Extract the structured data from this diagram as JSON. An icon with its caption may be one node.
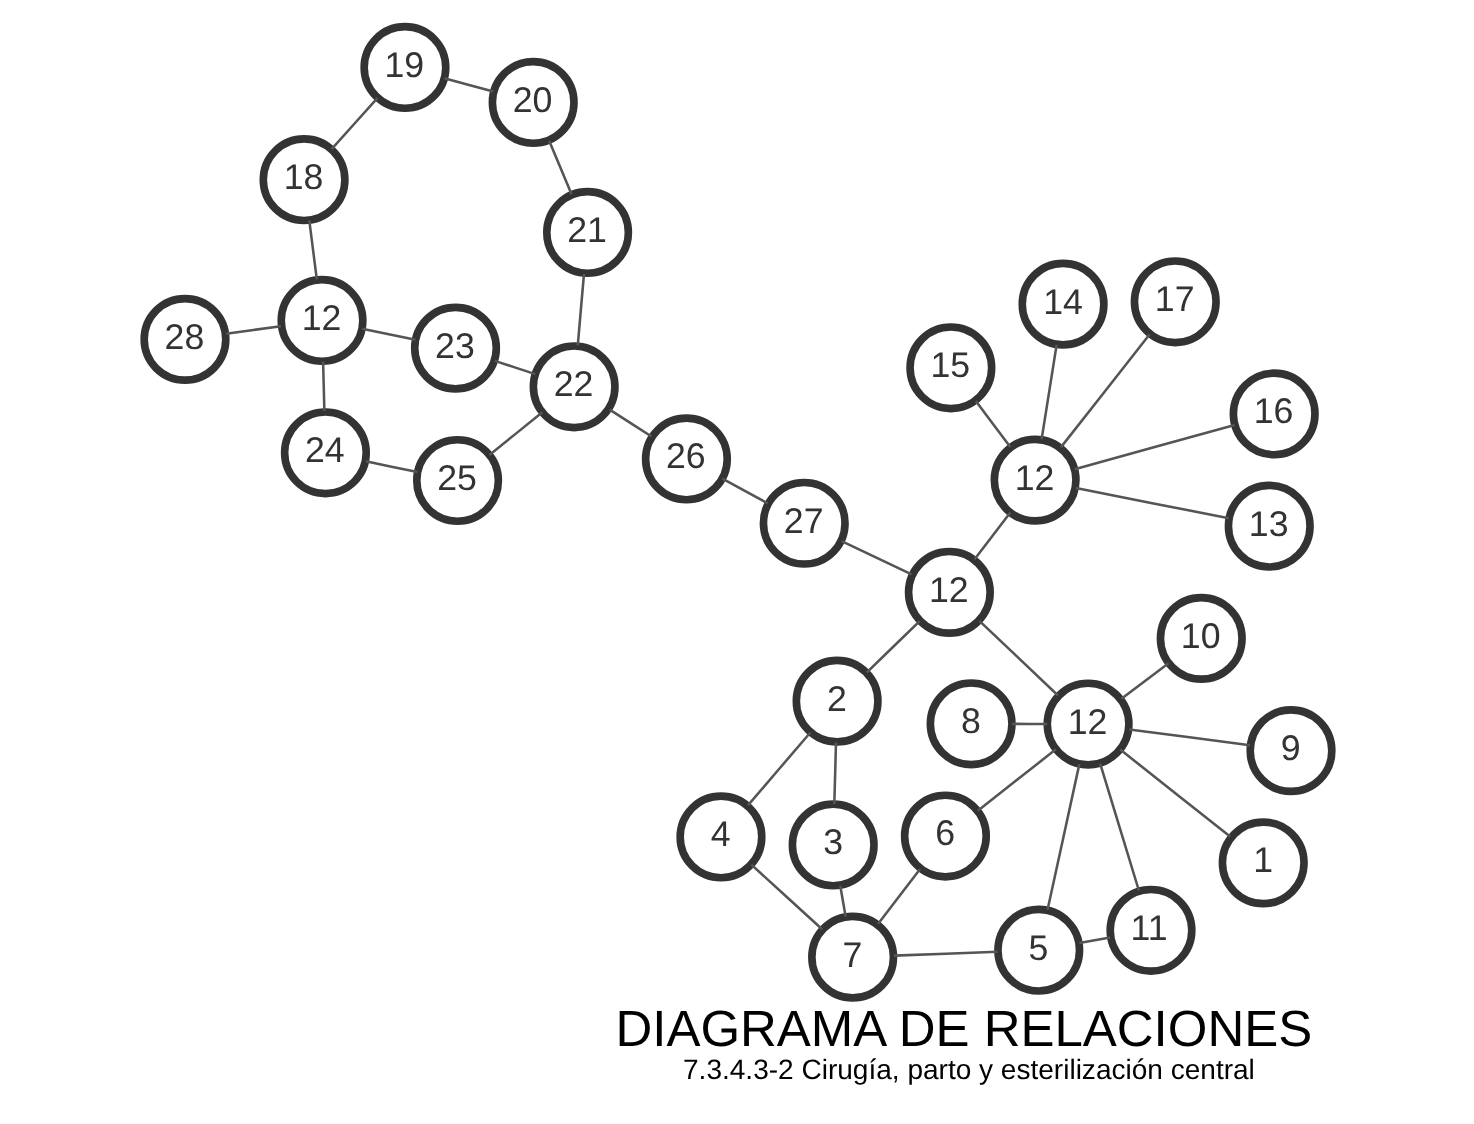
{
  "diagram": {
    "title": "DIAGRAMA DE RELACIONES",
    "caption": "7.3.4.3-2 Cirugía, parto y esterilización central",
    "nodes": [
      {
        "text": [
          "21"
        ]
      },
      {
        "text": [
          "22"
        ]
      },
      {
        "text": [
          "7"
        ]
      },
      {
        "text": [
          "20"
        ]
      },
      {
        "text": [
          "25"
        ]
      },
      {
        "text": [
          "19"
        ]
      },
      {
        "text": [
          "24"
        ]
      },
      {
        "text": [
          "3"
        ]
      },
      {
        "text": [
          "4"
        ]
      },
      {
        "text": [
          "6"
        ]
      },
      {
        "text": [
          "5"
        ]
      },
      {
        "text": [
          "26"
        ]
      },
      {
        "text": [
          "18"
        ]
      },
      {
        "text": [
          "12"
        ]
      },
      {
        "text": [
          "23"
        ]
      },
      {
        "text": [
          "11"
        ]
      },
      {
        "text": [
          "2"
        ]
      },
      {
        "text": [
          "12"
        ]
      },
      {
        "text": [
          "10"
        ]
      },
      {
        "text": [
          "27"
        ]
      },
      {
        "text": [
          "28"
        ]
      },
      {
        "text": [
          "14"
        ]
      },
      {
        "text": [
          "1"
        ]
      },
      {
        "text": [
          "9"
        ]
      },
      {
        "text": [
          "12"
        ]
      },
      {
        "text": [
          "8"
        ]
      },
      {
        "text": [
          "16"
        ]
      },
      {
        "text": [
          "12"
        ]
      },
      {
        "text": [
          "15"
        ]
      },
      {
        "text": [
          "13"
        ]
      },
      {
        "text": [
          "17"
        ]
      }
    ],
    "edges": [
      {
        "from": 0,
        "to": 1,
        "arrow": "none"
      },
      {
        "from": 0,
        "to": 3,
        "arrow": "none"
      },
      {
        "from": 3,
        "to": 5,
        "arrow": "none"
      },
      {
        "from": 5,
        "to": 12,
        "arrow": "none"
      },
      {
        "from": 12,
        "to": 13,
        "arrow": "none"
      },
      {
        "from": 13,
        "to": 6,
        "arrow": "none"
      },
      {
        "from": 6,
        "to": 4,
        "arrow": "none"
      },
      {
        "from": 4,
        "to": 1,
        "arrow": "none"
      },
      {
        "from": 1,
        "to": 14,
        "arrow": "none"
      },
      {
        "from": 13,
        "to": 14,
        "arrow": "none"
      },
      {
        "from": 13,
        "to": 20,
        "arrow": "none"
      },
      {
        "from": 1,
        "to": 11,
        "arrow": "none"
      },
      {
        "from": 11,
        "to": 19,
        "arrow": "none"
      },
      {
        "from": 19,
        "to": 24,
        "arrow": "none"
      },
      {
        "from": 2,
        "to": 7,
        "arrow": "none"
      },
      {
        "from": 2,
        "to": 8,
        "arrow": "none"
      },
      {
        "from": 2,
        "to": 9,
        "arrow": "none"
      },
      {
        "from": 2,
        "to": 10,
        "arrow": "none"
      },
      {
        "from": 7,
        "to": 16,
        "arrow": "none"
      },
      {
        "from": 8,
        "to": 16,
        "arrow": "none"
      },
      {
        "from": 16,
        "to": 24,
        "arrow": "none"
      },
      {
        "from": 9,
        "to": 17,
        "arrow": "none"
      },
      {
        "from": 10,
        "to": 17,
        "arrow": "none"
      },
      {
        "from": 10,
        "to": 15,
        "arrow": "none"
      },
      {
        "from": 15,
        "to": 17,
        "arrow": "none"
      },
      {
        "from": 17,
        "to": 18,
        "arrow": "none"
      },
      {
        "from": 17,
        "to": 23,
        "arrow": "none"
      },
      {
        "from": 17,
        "to": 25,
        "arrow": "none"
      },
      {
        "from": 17,
        "to": 22,
        "arrow": "none"
      },
      {
        "from": 17,
        "to": 24,
        "arrow": "none"
      },
      {
        "from": 24,
        "to": 27,
        "arrow": "none"
      },
      {
        "from": 27,
        "to": 21,
        "arrow": "none"
      },
      {
        "from": 27,
        "to": 26,
        "arrow": "none"
      },
      {
        "from": 27,
        "to": 28,
        "arrow": "none"
      },
      {
        "from": 27,
        "to": 29,
        "arrow": "none"
      },
      {
        "from": 27,
        "to": 30,
        "arrow": "none"
      }
    ]
  }
}
